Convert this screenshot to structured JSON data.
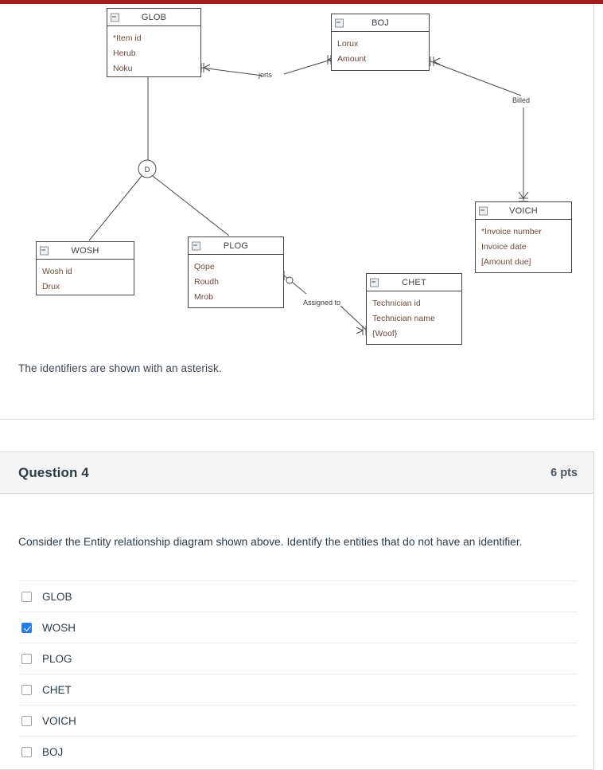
{
  "theme": {
    "top_bar_color": "#a01c1c",
    "accent_checkbox_color": "#1f7ef0",
    "entity_attr_color": "#6b4b3e",
    "card_border_color": "#d5dade"
  },
  "diagram": {
    "entities": [
      {
        "name": "GLOB",
        "icon": "collapse-minus-icon",
        "attributes": [
          "*Item id",
          "Herub",
          "Noku"
        ]
      },
      {
        "name": "BOJ",
        "icon": "collapse-minus-icon",
        "attributes": [
          "Lorux",
          "Amount"
        ]
      },
      {
        "name": "VOICH",
        "icon": "collapse-minus-icon",
        "attributes": [
          "*Invoice number",
          "Invoice date",
          "[Amount due]"
        ]
      },
      {
        "name": "WOSH",
        "icon": "collapse-minus-icon",
        "attributes": [
          "Wosh id",
          "Drux"
        ]
      },
      {
        "name": "PLOG",
        "icon": "collapse-minus-icon",
        "attributes": [
          "Qope",
          "Roudh",
          "Mrob"
        ]
      },
      {
        "name": "CHET",
        "icon": "collapse-minus-icon",
        "attributes": [
          "Technician id",
          "Technician name",
          "{Woof}"
        ]
      }
    ],
    "relationship_labels": {
      "glob_boj": "jorts",
      "boj_voich": "Billed",
      "plog_chet": "Assigned to"
    },
    "subtype_symbol": "D",
    "note": "The identifiers are shown with an asterisk."
  },
  "question": {
    "title": "Question 4",
    "points": "6 pts",
    "prompt": "Consider the Entity relationship diagram shown above.  Identify the entities that do not have an identifier.",
    "options": [
      {
        "label": "GLOB",
        "checked": false
      },
      {
        "label": "WOSH",
        "checked": true
      },
      {
        "label": "PLOG",
        "checked": false
      },
      {
        "label": "CHET",
        "checked": false
      },
      {
        "label": "VOICH",
        "checked": false
      },
      {
        "label": "BOJ",
        "checked": false
      }
    ]
  }
}
